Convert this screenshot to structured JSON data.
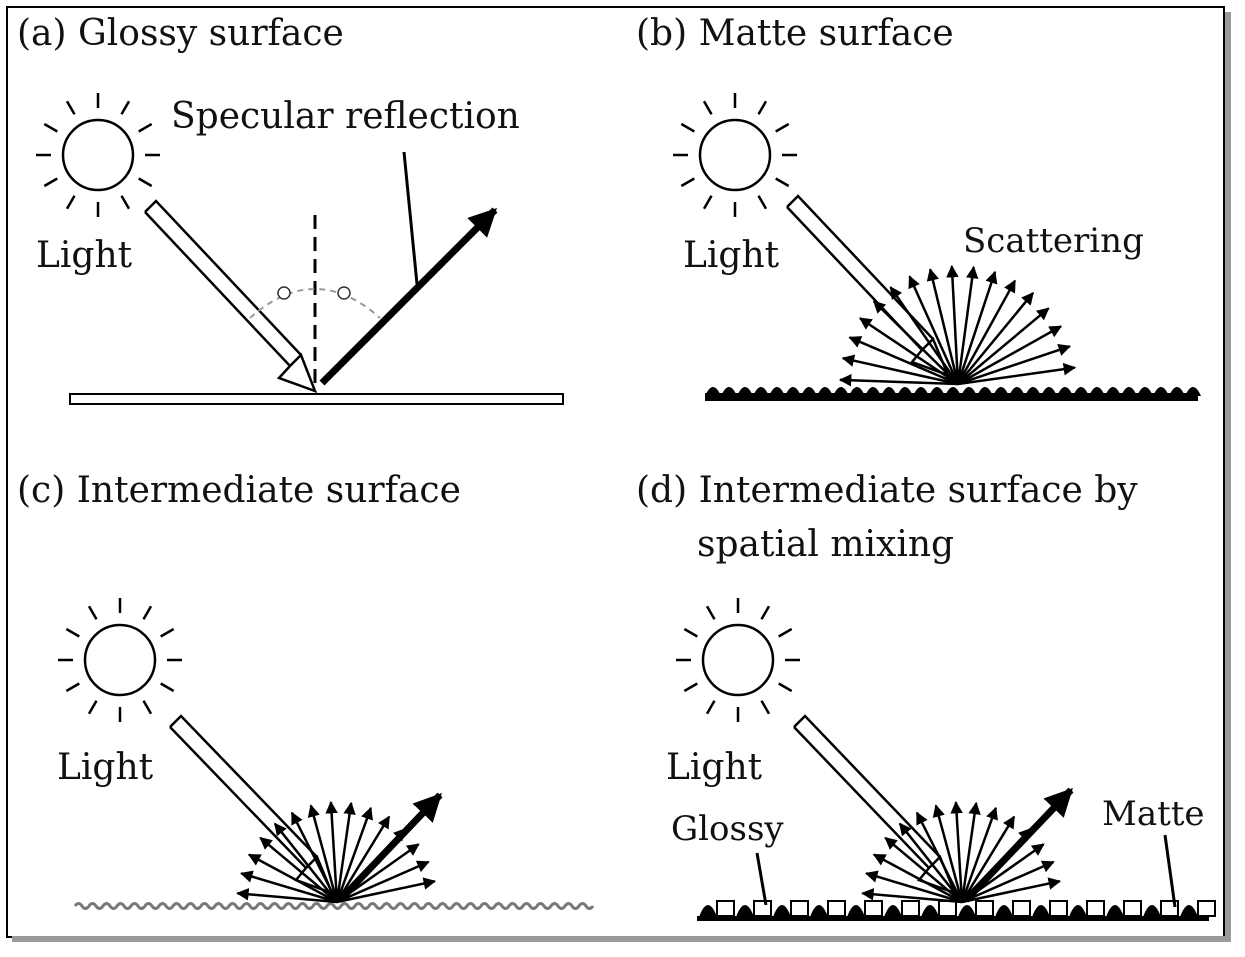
{
  "panels": {
    "a": {
      "title": "(a) Glossy surface",
      "light": "Light",
      "specular": "Specular reflection"
    },
    "b": {
      "title": "(b) Matte surface",
      "light": "Light",
      "scattering": "Scattering"
    },
    "c": {
      "title": "(c) Intermediate surface",
      "light": "Light"
    },
    "d": {
      "title_line1": "(d) Intermediate surface by",
      "title_line2": "spatial mixing",
      "light": "Light",
      "glossy": "Glossy",
      "matte": "Matte"
    }
  },
  "colors": {
    "ink": "#000000",
    "dashed_arc": "#999999",
    "wave": "#777777"
  }
}
